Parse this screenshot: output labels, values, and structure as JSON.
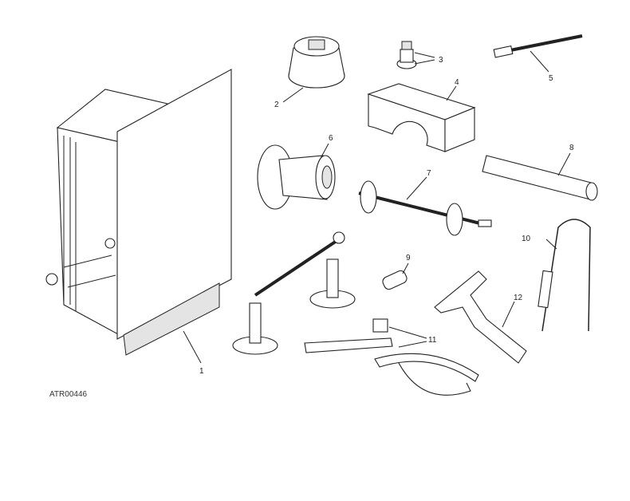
{
  "figure_code": "ATR00446",
  "callouts": [
    "1",
    "2",
    "3",
    "4",
    "5",
    "6",
    "7",
    "8",
    "9",
    "10",
    "11",
    "12"
  ]
}
